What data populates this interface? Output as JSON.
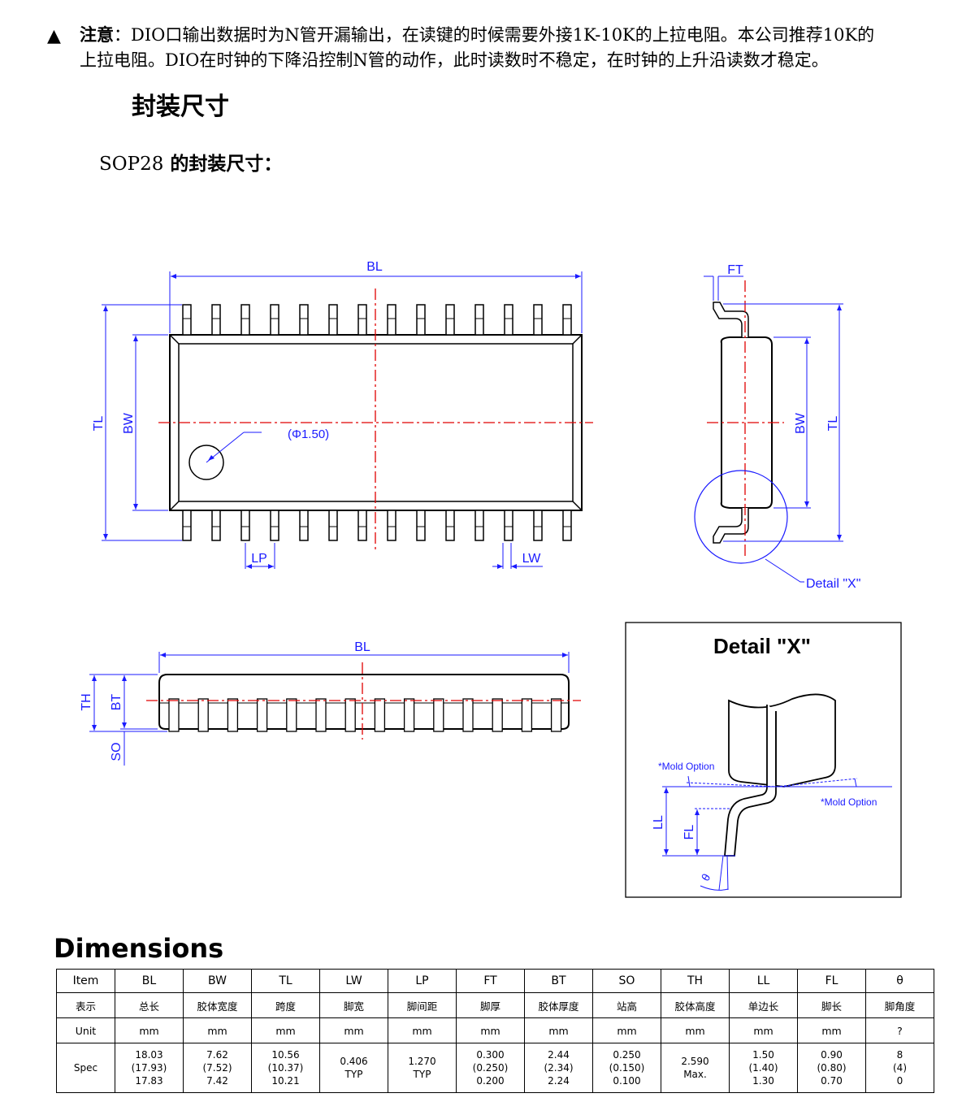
{
  "note": {
    "marker": "▲",
    "label": "注意",
    "line1_rest": "：DIO口输出数据时为N管开漏输出，在读键的时候需要外接1K-10K的上拉电阻。本公司推荐10K的",
    "line2": "上拉电阻。DIO在时钟的下降沿控制N管的动作，此时读数时不稳定，在时钟的上升沿读数才稳定。"
  },
  "section_title": "封装尺寸",
  "package_subtitle": {
    "code": "SOP28",
    "rest": " 的封装尺寸："
  },
  "drawing_labels": {
    "bl": "BL",
    "tl": "TL",
    "bw": "BW",
    "lp": "LP",
    "lw": "LW",
    "ft": "FT",
    "th": "TH",
    "bt": "BT",
    "so": "SO",
    "ll": "LL",
    "fl": "FL",
    "theta": "θ",
    "pin1_mark": "(Φ1.50)",
    "detail_ref": "Detail \"X\"",
    "detail_title": "Detail \"X\"",
    "mold_option_left": "*Mold Option",
    "mold_option_right": "*Mold Option"
  },
  "colors": {
    "dimension": "#1a1aff",
    "centerline": "#e00000",
    "outline": "#000000"
  },
  "dimensions_title": "Dimensions",
  "table": {
    "header": [
      "Item",
      "BL",
      "BW",
      "TL",
      "LW",
      "LP",
      "FT",
      "BT",
      "SO",
      "TH",
      "LL",
      "FL",
      "θ"
    ],
    "chinese": [
      "表示",
      "总长",
      "胶体宽度",
      "跨度",
      "脚宽",
      "脚间距",
      "脚厚",
      "胶体厚度",
      "站高",
      "胶体高度",
      "单边长",
      "脚长",
      "脚角度"
    ],
    "unit": [
      "Unit",
      "mm",
      "mm",
      "mm",
      "mm",
      "mm",
      "mm",
      "mm",
      "mm",
      "mm",
      "mm",
      "mm",
      "?"
    ],
    "spec": [
      "Spec",
      "18.03\n(17.93)\n17.83",
      "7.62\n(7.52)\n7.42",
      "10.56\n(10.37)\n10.21",
      "0.406\nTYP",
      "1.270\nTYP",
      "0.300\n(0.250)\n0.200",
      "2.44\n(2.34)\n2.24",
      "0.250\n(0.150)\n0.100",
      "2.590\nMax.",
      "1.50\n(1.40)\n1.30",
      "0.90\n(0.80)\n0.70",
      "8\n(4)\n0"
    ]
  }
}
